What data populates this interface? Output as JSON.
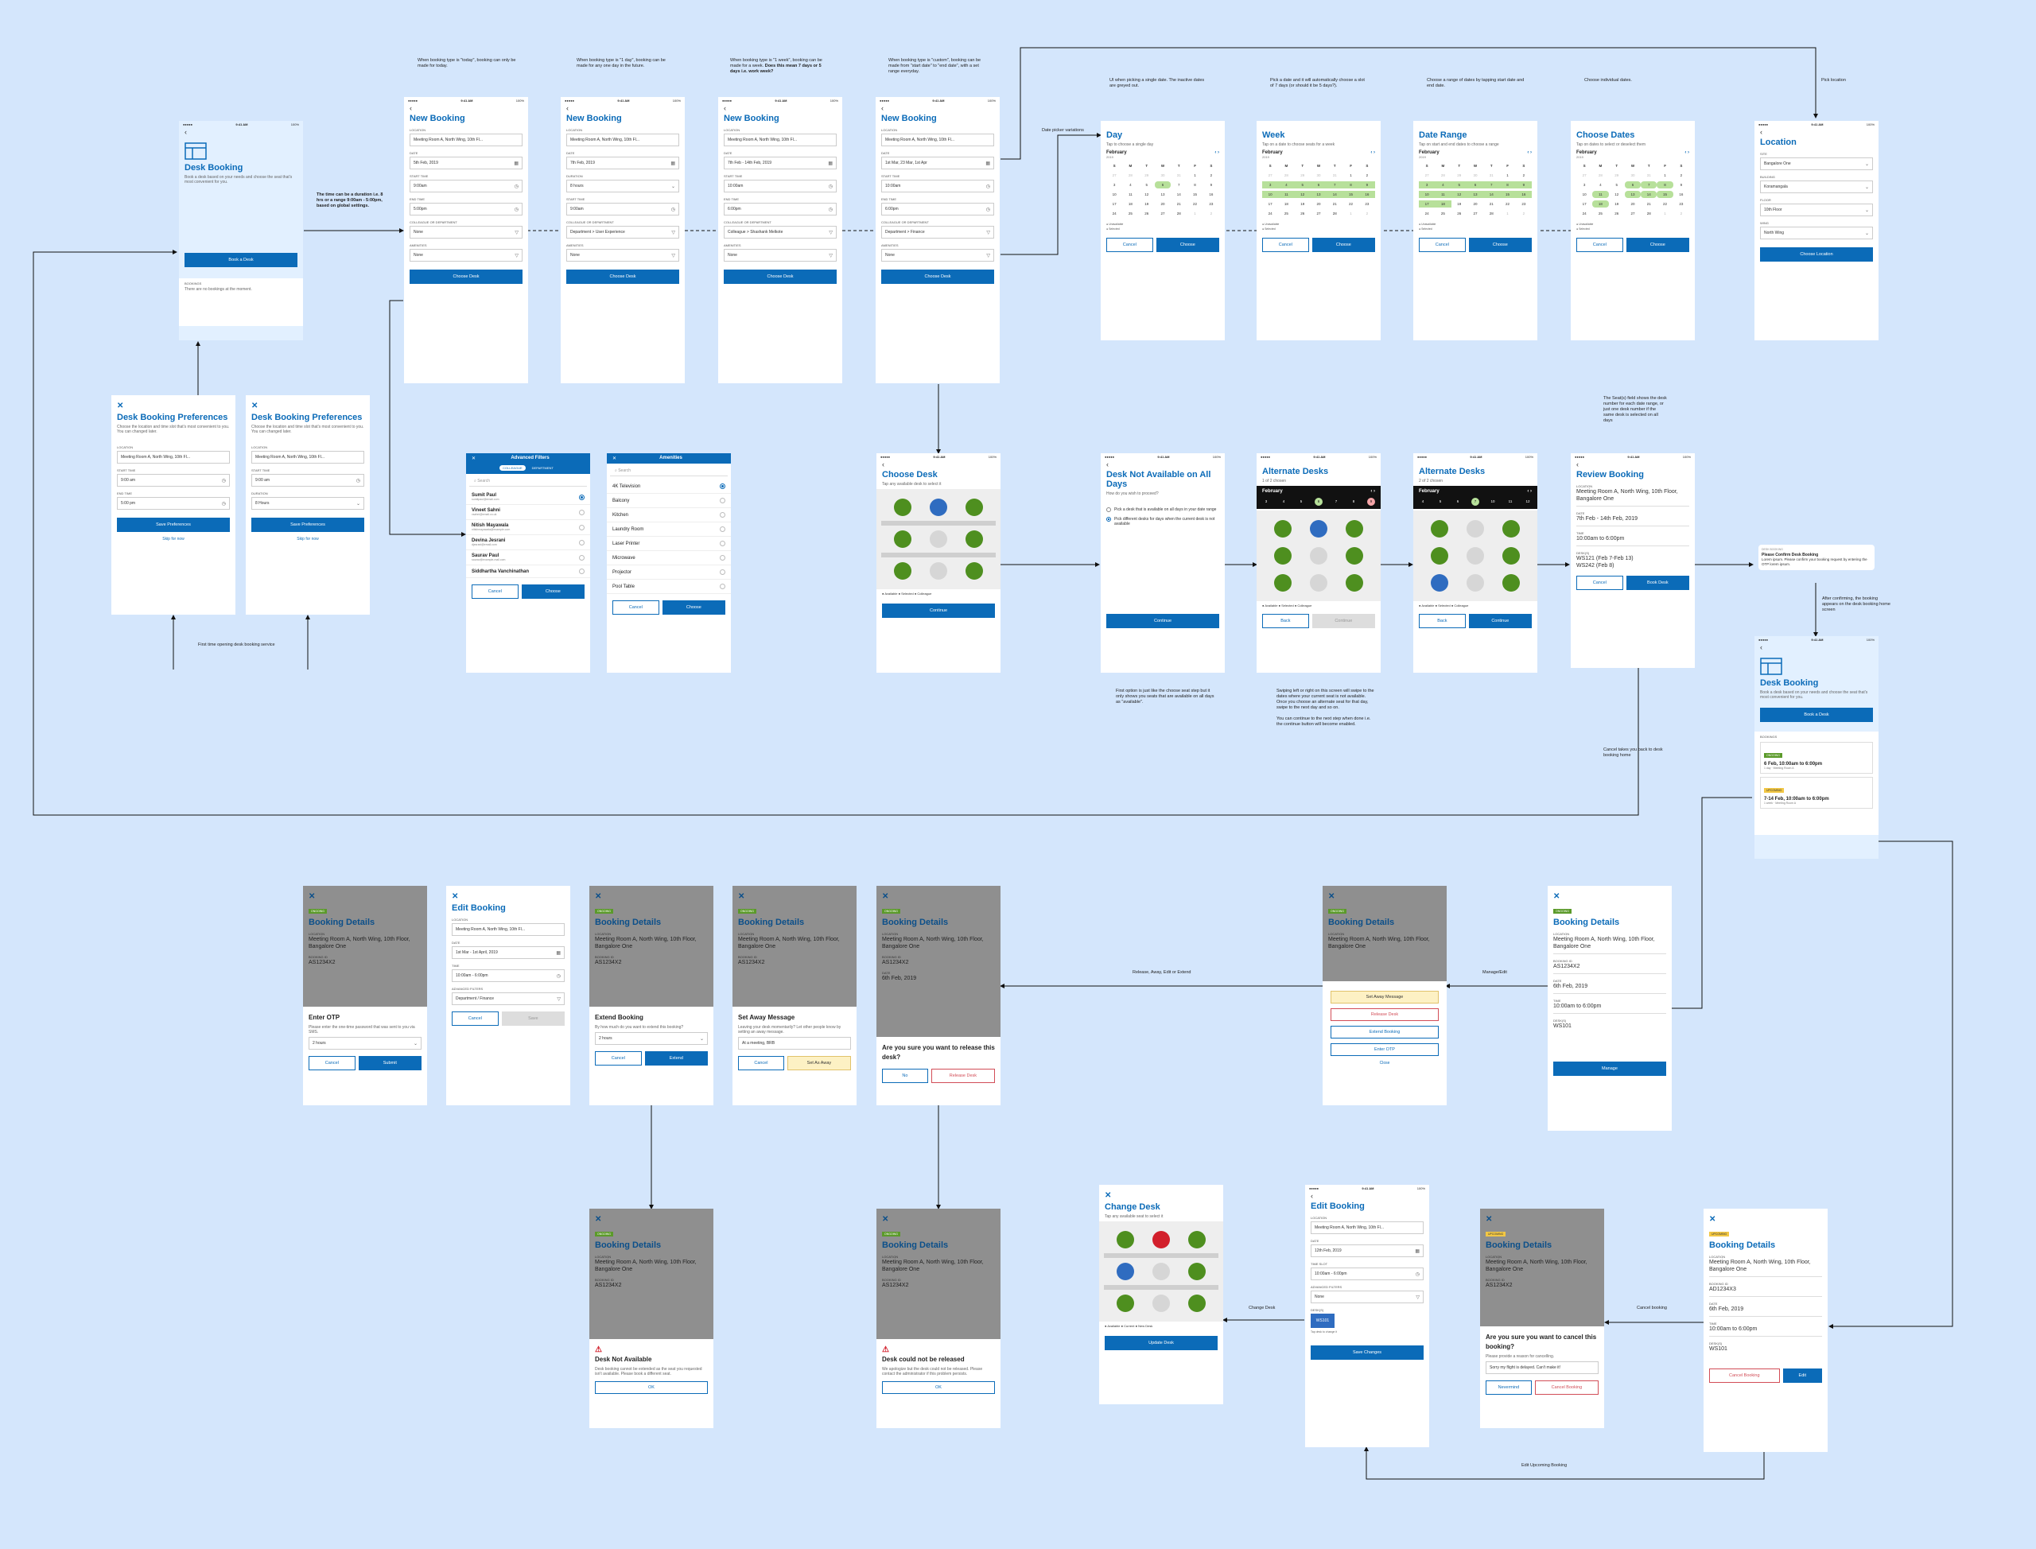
{
  "notes": {
    "today": "When booking type is \"today\", booking can only be made for today.",
    "oneday": "When booking type is \"1 day\", booking can be made for any one day in the future.",
    "week_a": "When booking type is \"1 week\", booking can be made for a week.",
    "week_b": "Does this mean 7 days or 5 days i.e. work week?",
    "custom": "When booking type is \"custom\", booking can be made from \"start date\" to \"end date\", with a set range everyday.",
    "duration": "The time can be a duration i.e. 8 hrs or a range 9:00am - 5:00pm, based on global settings.",
    "datepicker": "Date picker variations",
    "day_note": "UI when picking a single date. The inactive dates are greyed out.",
    "week_note": "Pick a date and it will automatically choose a slot of 7 days (or should it be 5 days?).",
    "range_note": "Choose a range of dates by tapping start date and end date.",
    "dates_note": "Choose individual dates.",
    "picklocation": "Pick location",
    "firsttime": "First time opening desk booking service",
    "seats_note": "The Seat(s) field shows the desk number for each date range, or just one desk number if the same desk is selected on all days",
    "after_confirm": "After confirming, the booking appears on the desk booking home screen",
    "notavail_note": "First option is just like the choose seat step but it only shows you seats that are available on all days as \"available\".",
    "swipe_note_a": "Swiping left or right on this screen will swipe to the dates where your current seat is not available. Once you choose an alternate seat for that day, swipe to the next day and so on.",
    "swipe_note_b": "You can continue to the next step when done i.e. the continue button will become enabled.",
    "cancel_back": "Cancel takes you back to desk booking home",
    "release_away": "Release, Away, Edit or Extend",
    "manage_edit": "Manage/Edit",
    "change_desk": "Change Desk",
    "cancel_booking": "Cancel booking",
    "edit_upcoming": "Edit Upcoming Booking"
  },
  "status": {
    "carrier": "●●●●● ",
    "time": "9:41 AM",
    "battery": "100%"
  },
  "common": {
    "location_label": "LOCATION",
    "date_label": "DATE",
    "start_label": "START TIME",
    "end_label": "END TIME",
    "duration_label": "DURATION",
    "colleague_label": "COLLEAGUE OR DEPARTMENT",
    "amenities_label": "AMENITIES",
    "booking_id_label": "BOOKING ID",
    "time_label": "TIME",
    "desks_label": "DESK(S)",
    "time_slot_label": "TIME SLOT",
    "adv_label": "ADVANCED FILTERS",
    "location_val": "Meeting Room A, North Wing, 10th Fl...",
    "location_full": "Meeting Room A, North Wing, 10th Floor, Bangalore One",
    "choose_desk": "Choose Desk",
    "cancel": "Cancel",
    "choose": "Choose",
    "continue": "Continue",
    "back": "Back",
    "none": "None",
    "bid2": "AS1234X2",
    "bid3": "AD1234X3",
    "ok": "OK",
    "unavailable": "Unavailable",
    "selected": "Selected",
    "available": "Available",
    "colleague": "Colleague",
    "current": "Current",
    "newdesk": "New Desk",
    "ongoing": "ONGOING",
    "upcoming": "UPCOMING"
  },
  "home": {
    "title": "Desk Booking",
    "desc": "Book a desk based on your needs and choose the seat that's most convenient for you.",
    "btn": "Book a Desk",
    "bookings_label": "BOOKINGS",
    "empty": "There are no bookings at the moment."
  },
  "pref": {
    "title": "Desk Booking Preferences",
    "desc": "Choose the location and time slot that's most convenient to you. You can changed later.",
    "start": "9:00 am",
    "end": "5:00 pm",
    "dur": "8 Hours",
    "btn": "Save Preferences",
    "skip": "Skip for now"
  },
  "nb": {
    "title": "New Booking",
    "s1": {
      "date": "5th Feb, 2019",
      "t1": "9:00am",
      "t2": "5:00pm",
      "coll": "None",
      "amen": "None"
    },
    "s2": {
      "date": "7th Feb, 2019",
      "t1": "8 hours",
      "t2": "9:00am",
      "coll": "Department > User Experience",
      "amen": "None"
    },
    "s3": {
      "date": "7th Feb - 14th Feb, 2019",
      "t1": "10:00am",
      "t2": "6:00pm",
      "coll": "Colleague > Shashank Melkote",
      "amen": "None"
    },
    "s4": {
      "date": "1st Mar, 23 Mar, 1st Apr",
      "t1": "10:00am",
      "t2": "6:00pm",
      "coll": "Department > Finance",
      "amen": "None"
    }
  },
  "cal": {
    "month": "February",
    "year": "2019",
    "days": [
      "S",
      "M",
      "T",
      "W",
      "T",
      "F",
      "S"
    ],
    "day": {
      "title": "Day",
      "sub": "Tap to choose a single day"
    },
    "week": {
      "title": "Week",
      "sub": "Tap on a date to choose seats for a week"
    },
    "range": {
      "title": "Date Range",
      "sub": "Tap on start and end dates to choose a range"
    },
    "dates": {
      "title": "Choose Dates",
      "sub": "Tap on dates to select or deselect them"
    }
  },
  "loc": {
    "title": "Location",
    "site_label": "SITE",
    "site": "Bangalore One",
    "bld_label": "BUILDING",
    "bld": "Koramangala",
    "floor_label": "FLOOR",
    "floor": "10th Floor",
    "wing_label": "WING",
    "wing": "North Wing",
    "btn": "Choose Location"
  },
  "filters": {
    "title": "Advanced Filters",
    "tab1": "COLLEAGUE",
    "tab2": "DEPARTMENT",
    "search": "Search",
    "people": [
      {
        "n": "Sumit Paul",
        "e": "sumitpaul@email.com"
      },
      {
        "n": "Vineet Sahni",
        "e": "vsahni@email.co.uk"
      },
      {
        "n": "Nitish Mayawala",
        "e": "nitishmayawala@example.com"
      },
      {
        "n": "Devina Jesrani",
        "e": "djesrani@email.com"
      },
      {
        "n": "Saurav Paul",
        "e": "saurav@example-mail.com"
      },
      {
        "n": "Siddhartha Vanchinathan",
        "e": ""
      }
    ]
  },
  "amenities": {
    "title": "Amenities",
    "search": "Search",
    "items": [
      "4K Television",
      "Balcony",
      "Kitchen",
      "Laundry Room",
      "Laser Printer",
      "Microwave",
      "Projector",
      "Pool Table"
    ]
  },
  "cd": {
    "title": "Choose Desk",
    "sub": "Tap any available desk to select it"
  },
  "na": {
    "title": "Desk Not Available on All Days",
    "sub": "How do you wish to proceed?",
    "o1": "Pick a desk that is available on all days in your date range",
    "o2": "Pick different desks for days when the current desk is not available"
  },
  "alt": {
    "title": "Alternate Desks",
    "s1": "1 of 2 chosen",
    "s2": "2 of 2 chosen",
    "week": [
      "3",
      "4",
      "5",
      "6",
      "7",
      "8",
      "9"
    ],
    "week2": [
      "4",
      "5",
      "6",
      "7",
      "10",
      "11",
      "12"
    ]
  },
  "review": {
    "title": "Review Booking",
    "date": "7th Feb - 14th Feb, 2019",
    "time": "10:00am to 6:00pm",
    "d1": "WS121 (Feb 7-Feb 13)",
    "d2": "WS242 (Feb 8)",
    "btn": "Book Desk"
  },
  "notif": {
    "app": "DESK BOOKING",
    "t": "Please Confirm Desk Booking",
    "b": "Lorem ipsum. Please confirm your booking request by entering the OTP lorem ipsum."
  },
  "home2": {
    "b1": "6 Feb, 10:00am to 6:00pm",
    "b1s": "1 day · Meeting Room A",
    "b2": "7-14 Feb, 10:00am to 6:00pm",
    "b2s": "1 week · Meeting Room A"
  },
  "bd": {
    "title": "Booking Details",
    "date1": "6th Feb, 2019",
    "time": "10:00am to 6:00pm",
    "desk": "WS101",
    "manage": "Manage",
    "edit": "Edit",
    "cancelb": "Cancel Booking"
  },
  "otp": {
    "title": "Enter OTP",
    "desc": "Please enter the one-time password that was sent to you via SMS.",
    "val": "2 hours",
    "btn": "Submit"
  },
  "eb": {
    "title": "Edit Booking",
    "date": "1st Mar - 1st April, 2019",
    "time": "10:00am - 6:00pm",
    "adv": "Department / Finance",
    "save": "Save",
    "date2": "12th Feb, 2019",
    "slot": "10:00am - 6:00pm",
    "desk": "WS101",
    "tap": "Tap desk to change it",
    "savec": "Save Changes"
  },
  "ext": {
    "title": "Extend Booking",
    "desc": "By how much do you want to extend this booking?",
    "val": "2 hours",
    "btn": "Extend"
  },
  "away": {
    "title": "Set Away Message",
    "desc": "Leaving your desk momentarily? Let other people know by setting an away message.",
    "val": "At a meeting, BRB",
    "btn": "Set As Away"
  },
  "rel": {
    "title": "Are you sure you want to release this desk?",
    "no": "No",
    "btn": "Release Desk"
  },
  "menu": {
    "away": "Set Away Message",
    "release": "Release Desk",
    "extend": "Extend Booking",
    "otp": "Enter OTP",
    "close": "Close"
  },
  "nav": {
    "title": "Desk Not Available",
    "desc": "Desk booking cannot be extended as the seat you requested isn't available. Please book a different seat."
  },
  "ncr": {
    "title": "Desk could not be released",
    "desc": "We apologize but the desk could not be released. Please contact the administrator if this problem persists."
  },
  "chg": {
    "title": "Change Desk",
    "sub": "Tap any available seat to select it",
    "btn": "Update Desk"
  },
  "can": {
    "title": "Are you sure you want to cancel this booking?",
    "desc": "Please provide a reason for cancelling.",
    "val": "Sorry my flight is delayed. Can't make it!",
    "never": "Nevermind",
    "btn": "Cancel Booking"
  }
}
